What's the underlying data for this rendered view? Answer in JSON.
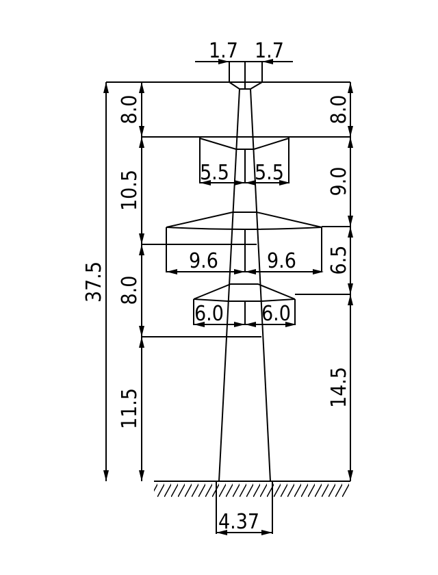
{
  "diagram": {
    "subject": "transmission-tower-dimensions",
    "top_offsets": {
      "left": "1.7",
      "right": "1.7"
    },
    "left_dims": {
      "total": "37.5",
      "top_to_arm1": "8.0",
      "arm1_to_arm2": "10.5",
      "arm2_to_arm3": "8.0",
      "arm3_to_ground": "11.5"
    },
    "right_dims": {
      "top_to_arm1": "8.0",
      "arm1_to_arm2": "9.0",
      "arm2_to_arm3": "6.5",
      "arm3_to_ground": "14.5"
    },
    "arm1_widths": {
      "left": "5.5",
      "right": "5.5"
    },
    "arm2_widths": {
      "left": "9.6",
      "right": "9.6"
    },
    "arm3_widths": {
      "left": "6.0",
      "right": "6.0"
    },
    "base_width": "4.37"
  }
}
